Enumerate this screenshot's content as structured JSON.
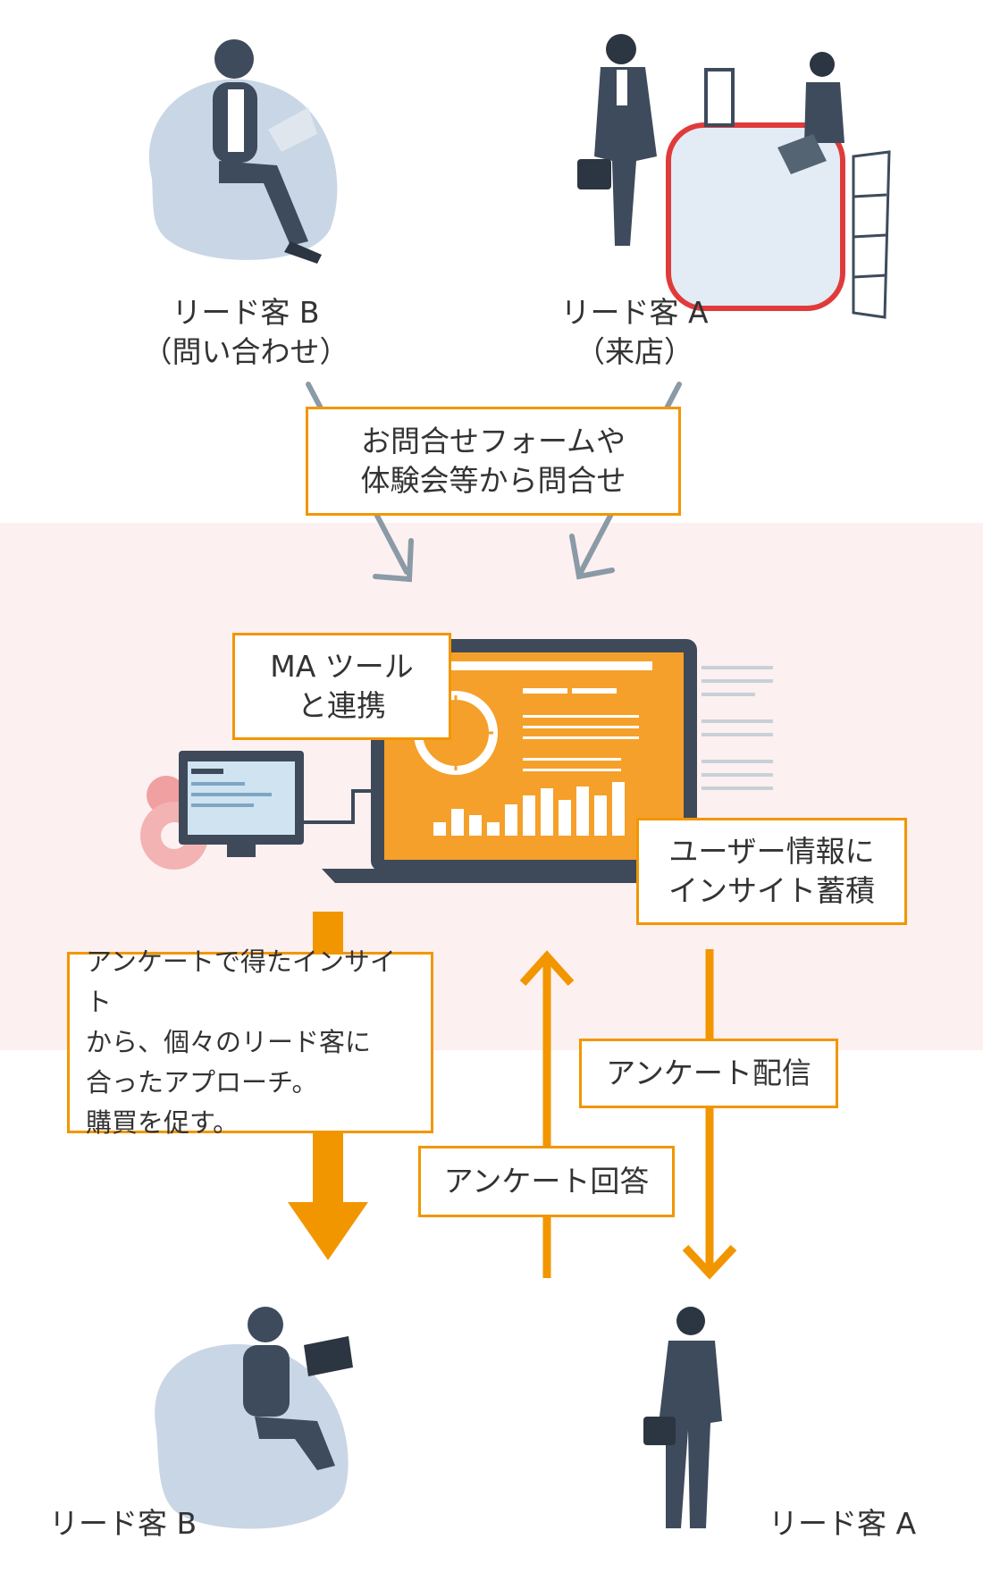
{
  "top": {
    "lead_b": {
      "name": "リード客 B",
      "note": "（問い合わせ）"
    },
    "lead_a": {
      "name": "リード客 A",
      "note": "（来店）"
    }
  },
  "boxes": {
    "inquiry": "お問合せフォームや\n体験会等から問合せ",
    "ma_tool": "MA ツール\nと連携",
    "insight": "ユーザー情報に\nインサイト蓄積",
    "approach": "アンケートで得たインサイト\nから、個々のリード客に\n合ったアプローチ。\n購買を促す。",
    "survey_send": "アンケート配信",
    "survey_answer": "アンケート回答"
  },
  "bottom": {
    "lead_b": "リード客 B",
    "lead_a": "リード客 A"
  },
  "colors": {
    "accent": "#f29600",
    "band": "#fdf0f0",
    "gray_arrow": "#8a9aa6",
    "laptop_body": "#3e4a5a",
    "screen": "#f5a02a",
    "counter_red": "#e03b3b",
    "beanbag": "#c9d6e6",
    "suit": "#3d4b5c"
  }
}
